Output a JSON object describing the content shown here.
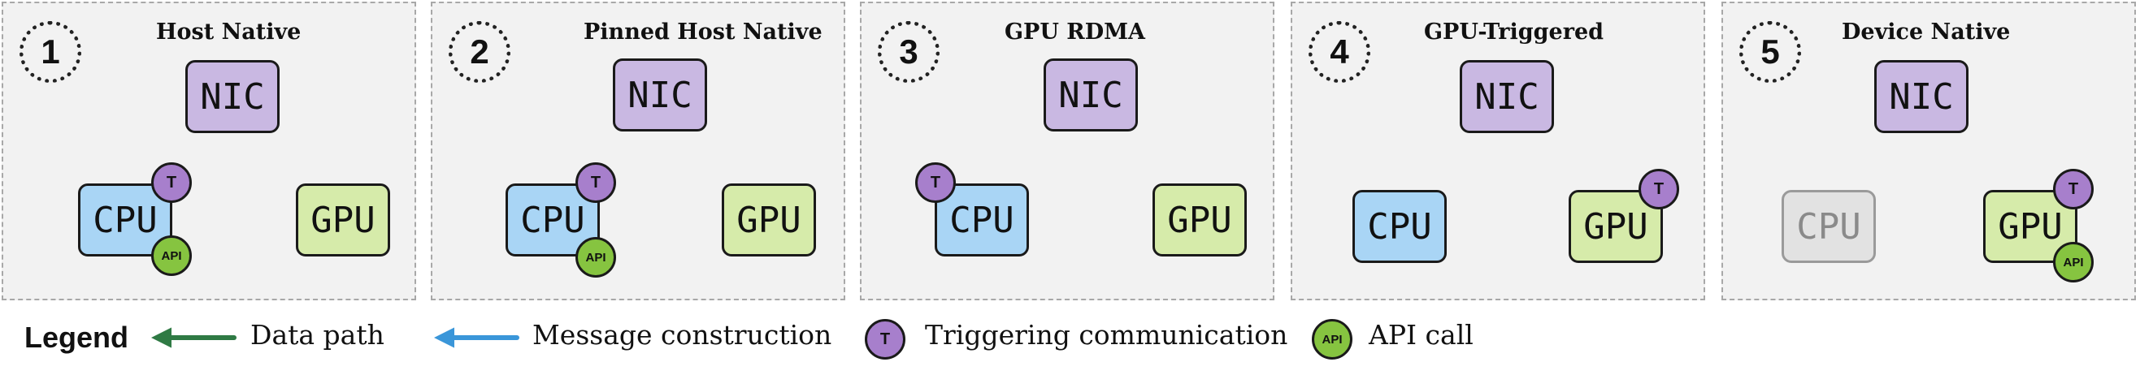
{
  "colors": {
    "data_path": "#2f7a44",
    "message": "#3a96d9",
    "nic": "#c9b8e2",
    "cpu": "#a9d5f5",
    "gpu": "#d6ebaa",
    "trigger_badge": "#a77fcc",
    "api_badge": "#86c440"
  },
  "panels": [
    {
      "number": "1",
      "title": "Host Native",
      "nic": "NIC",
      "cpu": "CPU",
      "gpu": "GPU",
      "t_badge": "T",
      "api_badge": "API"
    },
    {
      "number": "2",
      "title": "Pinned Host Native",
      "nic": "NIC",
      "cpu": "CPU",
      "gpu": "GPU",
      "t_badge": "T",
      "api_badge": "API"
    },
    {
      "number": "3",
      "title": "GPU RDMA",
      "nic": "NIC",
      "cpu": "CPU",
      "gpu": "GPU",
      "t_badge": "T"
    },
    {
      "number": "4",
      "title": "GPU-Triggered",
      "nic": "NIC",
      "cpu": "CPU",
      "gpu": "GPU",
      "t_badge": "T"
    },
    {
      "number": "5",
      "title": "Device Native",
      "nic": "NIC",
      "cpu": "CPU",
      "gpu": "GPU",
      "t_badge": "T",
      "api_badge": "API"
    }
  ],
  "legend": {
    "title": "Legend",
    "data_path": "Data path",
    "message_construction": "Message construction",
    "trigger_badge": "T",
    "triggering": "Triggering communication",
    "api_badge": "API",
    "api_call": "API call"
  }
}
